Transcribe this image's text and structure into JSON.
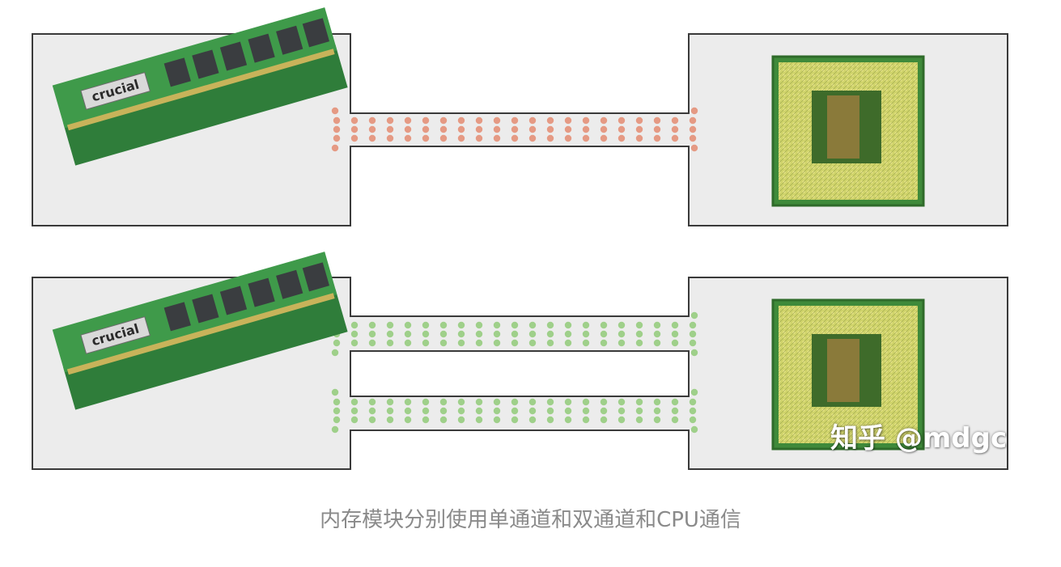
{
  "colors": {
    "box_fill": "#ececec",
    "box_stroke": "#3a3a3a",
    "single_channel_dots": "#e59a84",
    "dual_channel_dots": "#9fd08a",
    "pcb_green": "#3f9a4a",
    "pcb_dark": "#2f7d3a",
    "chip": "#3a3d40",
    "gold": "#c8b35a",
    "cpu_gold": "#d5d96a",
    "cpu_dark": "#3e6b2a",
    "caption": "#8a8a8a"
  },
  "icons": {
    "memory": "ram-module-icon",
    "cpu": "cpu-socket-icon"
  },
  "diagrams": [
    {
      "name": "single-channel",
      "channels": 1,
      "dot_color_key": "single_channel_dots"
    },
    {
      "name": "dual-channel",
      "channels": 2,
      "dot_color_key": "dual_channel_dots"
    }
  ],
  "ram_brand": "crucial",
  "caption": "内存模块分别使用单通道和双通道和CPU通信",
  "watermark": "知乎 @mdgc"
}
